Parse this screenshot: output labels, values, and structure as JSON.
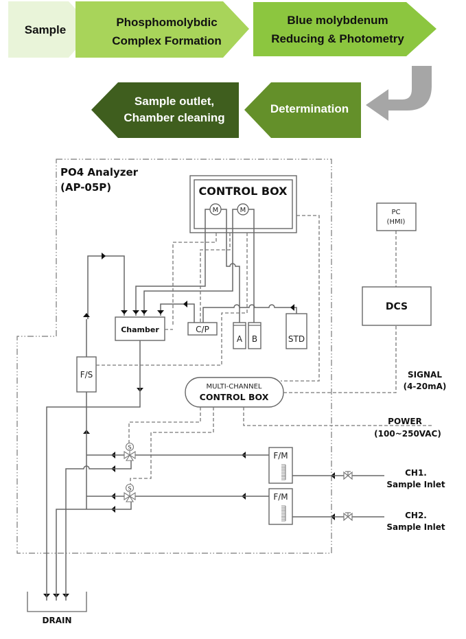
{
  "process_flow": {
    "steps": [
      {
        "label_lines": [
          "Sample"
        ],
        "color": "#e9f4d9",
        "text_color": "#111111"
      },
      {
        "label_lines": [
          "Phosphomolybdic",
          "Complex Formation"
        ],
        "color": "#a8d45a",
        "text_color": "#111111"
      },
      {
        "label_lines": [
          "Blue molybdenum",
          "Reducing & Photometry"
        ],
        "color": "#8cc63f",
        "text_color": "#111111"
      },
      {
        "label_lines": [
          "Determination"
        ],
        "color": "#64902a",
        "text_color": "#ffffff"
      },
      {
        "label_lines": [
          "Sample outlet,",
          "Chamber cleaning"
        ],
        "color": "#3f5e1e",
        "text_color": "#ffffff"
      }
    ],
    "turn_arrow_color": "#a6a6a6"
  },
  "analyzer": {
    "title": "PO4 Analyzer",
    "model": "(AP-05P)",
    "control_box": {
      "label": "CONTROL BOX",
      "motors": [
        "M",
        "M"
      ]
    },
    "chamber": "Chamber",
    "cp": "C/P",
    "reagents": [
      "A",
      "B"
    ],
    "standard": "STD",
    "flow_switch": "F/S",
    "multi_channel_box": {
      "line1": "MULTI-CHANNEL",
      "line2": "CONTROL BOX"
    },
    "solenoid_symbol": "S",
    "flow_meters": [
      "F/M",
      "F/M"
    ]
  },
  "external": {
    "pc": {
      "line1": "PC",
      "line2": "(HMI)"
    },
    "dcs": "DCS",
    "signal": {
      "line1": "SIGNAL",
      "line2": "(4-20mA)"
    },
    "power": {
      "line1": "POWER",
      "line2": "(100~250VAC)"
    },
    "inlets": [
      {
        "line1": "CH1.",
        "line2": "Sample Inlet"
      },
      {
        "line1": "CH2.",
        "line2": "Sample Inlet"
      }
    ],
    "drain": "DRAIN"
  }
}
